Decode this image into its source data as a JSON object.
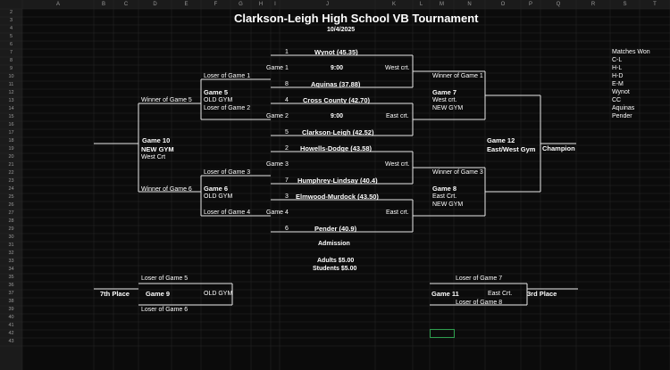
{
  "columns": [
    "A",
    "B",
    "C",
    "D",
    "E",
    "F",
    "G",
    "H",
    "I",
    "J",
    "K",
    "L",
    "M",
    "N",
    "O",
    "P",
    "Q",
    "R",
    "S",
    "T"
  ],
  "rows": [
    "2",
    "3",
    "4",
    "5",
    "6",
    "7",
    "8",
    "9",
    "10",
    "11",
    "12",
    "13",
    "14",
    "15",
    "16",
    "17",
    "18",
    "19",
    "20",
    "21",
    "22",
    "23",
    "24",
    "25",
    "26",
    "27",
    "28",
    "29",
    "30",
    "31",
    "32",
    "33",
    "34",
    "35",
    "36",
    "37",
    "38",
    "39",
    "40",
    "41",
    "42",
    "43"
  ],
  "title": "Clarkson-Leigh High School VB Tournament",
  "date": "10/4/2025",
  "seeds": [
    {
      "num": "1",
      "team": "Wynot (45.35)"
    },
    {
      "num": "8",
      "team": "Aquinas (37.88)"
    },
    {
      "num": "4",
      "team": "Cross County (42.70)"
    },
    {
      "num": "5",
      "team": "Clarkson-Leigh (42.52)"
    },
    {
      "num": "2",
      "team": "Howells-Dodge  (43.58)"
    },
    {
      "num": "7",
      "team": "Humphrey-Lindsay (40.4)"
    },
    {
      "num": "3",
      "team": "Elmwood-Murdock (43.50)"
    },
    {
      "num": "6",
      "team": "Pender (40.9)"
    }
  ],
  "games": {
    "g1": {
      "label": "Game 1",
      "time": "9:00",
      "loc": "West crt."
    },
    "g2": {
      "label": "Game 2",
      "time": "9:00",
      "loc": "East crt."
    },
    "g3": {
      "label": "Game 3",
      "loc": "West crt."
    },
    "g4": {
      "label": "Game 4",
      "loc": "East crt."
    }
  },
  "game5": {
    "top": "Loser of Game 1",
    "label": "Game 5",
    "gym": "OLD GYM",
    "bottom": "Loser of Game 2"
  },
  "game6": {
    "top": "Loser of Game 3",
    "label": "Game 6",
    "gym": "OLD GYM",
    "bottom": "Loser of Game 4"
  },
  "game7": {
    "top": "Winner of Game 1",
    "label": "Game 7",
    "court": "West crt.",
    "gym": "NEW GYM"
  },
  "game8": {
    "top": "Winner of  Game 3",
    "label": "Game 8",
    "court": "East Crt.",
    "gym": "NEW GYM"
  },
  "game10": {
    "top": "Winner of Game 5",
    "label": "Game 10",
    "gym": "NEW GYM",
    "court": "West Crt",
    "bottom": "Winner of Game 6"
  },
  "game12": {
    "label": "Game 12",
    "court": "East/West Gym",
    "champion": "Champion"
  },
  "game9": {
    "top": "Loser of Game 5",
    "label": "Game 9",
    "gym": "OLD GYM",
    "bottom": "Loser of Game 6",
    "place": "7th Place"
  },
  "game11": {
    "top": "Loser of Game 7",
    "label": "Game 11",
    "court": "East Crt.",
    "bottom": "Loser of Game 8",
    "place": "3rd Place"
  },
  "admission": {
    "title": "Admission",
    "adults": "Adults $5.00",
    "students": "Students $5.00"
  },
  "matches": {
    "title": "Matches Won",
    "items": [
      "C-L",
      "H-L",
      "H-D",
      "E-M",
      "Wynot",
      "CC",
      "Aquinas",
      "Pender"
    ]
  },
  "colors": {
    "background": "#0b0b0b",
    "header": "#1b1b1b",
    "selection": "#2e9e4e",
    "lines": "#e8e8e8"
  }
}
